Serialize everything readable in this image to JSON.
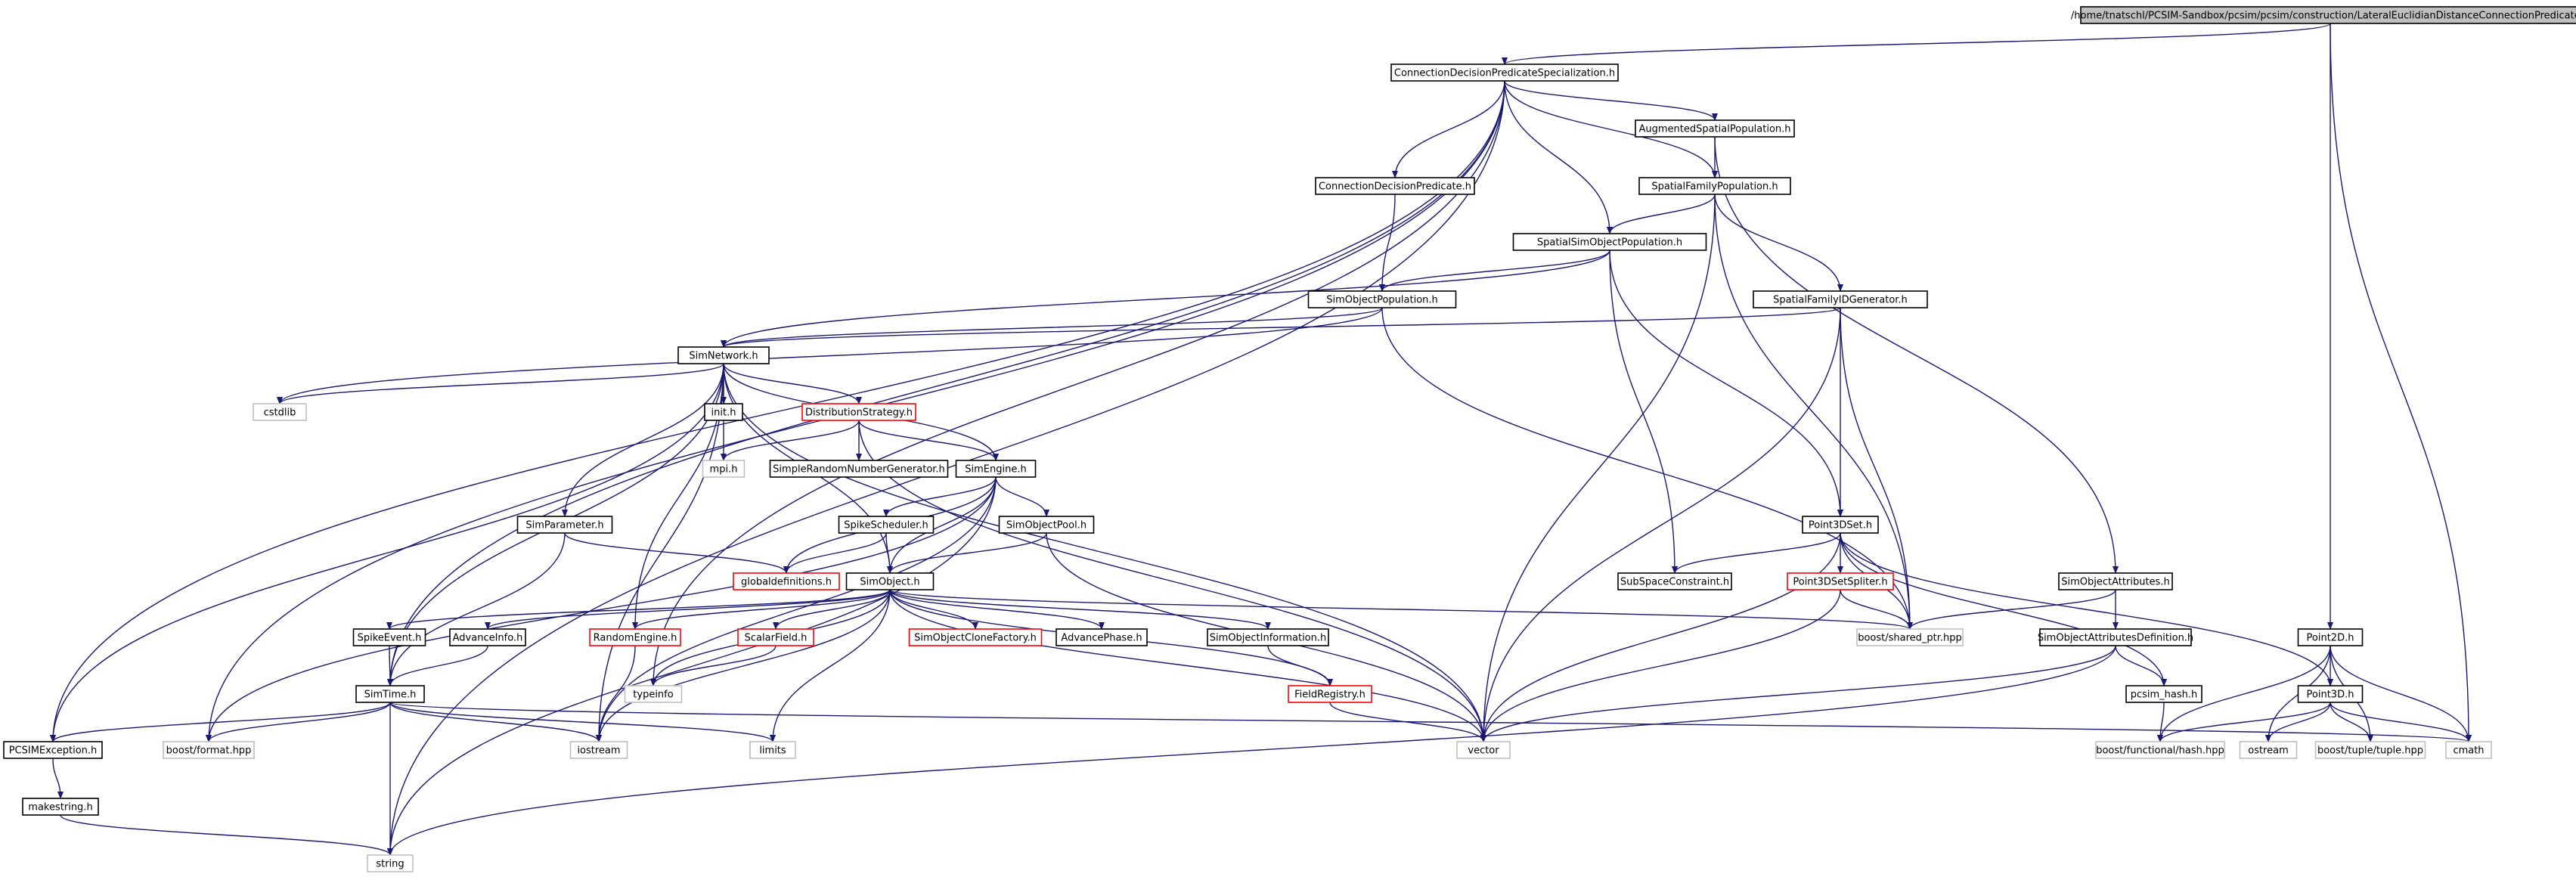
{
  "colors": {
    "edge": "#191970",
    "node_border": "#000000",
    "missing_border": "#ff0000",
    "external_border": "#bfbfbf",
    "root_fill": "#bfbfbf",
    "text": "#000000"
  },
  "nodes": {
    "root": {
      "label": "/home/tnatschl/PCSIM-Sandbox/pcsim/pcsim/construction/LateralEuclidianDistanceConnectionPredicate.h",
      "kind": "root"
    },
    "cdps": {
      "label": "ConnectionDecisionPredicateSpecialization.h",
      "kind": "normal"
    },
    "asp": {
      "label": "AugmentedSpatialPopulation.h",
      "kind": "normal"
    },
    "sfp": {
      "label": "SpatialFamilyPopulation.h",
      "kind": "normal"
    },
    "cdp": {
      "label": "ConnectionDecisionPredicate.h",
      "kind": "normal"
    },
    "ssop": {
      "label": "SpatialSimObjectPopulation.h",
      "kind": "normal"
    },
    "sop": {
      "label": "SimObjectPopulation.h",
      "kind": "normal"
    },
    "sfig": {
      "label": "SpatialFamilyIDGenerator.h",
      "kind": "normal"
    },
    "simnet": {
      "label": "SimNetwork.h",
      "kind": "normal"
    },
    "cstdlib": {
      "label": "cstdlib",
      "kind": "external"
    },
    "inith": {
      "label": "init.h",
      "kind": "normal"
    },
    "diststrat": {
      "label": "DistributionStrategy.h",
      "kind": "missing"
    },
    "mpih": {
      "label": "mpi.h",
      "kind": "external"
    },
    "srng": {
      "label": "SimpleRandomNumberGenerator.h",
      "kind": "normal"
    },
    "simengine": {
      "label": "SimEngine.h",
      "kind": "normal"
    },
    "simparam": {
      "label": "SimParameter.h",
      "kind": "normal"
    },
    "spikesched": {
      "label": "SpikeScheduler.h",
      "kind": "normal"
    },
    "sopool": {
      "label": "SimObjectPool.h",
      "kind": "normal"
    },
    "globaldef": {
      "label": "globaldefinitions.h",
      "kind": "missing"
    },
    "simobject": {
      "label": "SimObject.h",
      "kind": "normal"
    },
    "p3dset": {
      "label": "Point3DSet.h",
      "kind": "normal"
    },
    "subspace": {
      "label": "SubSpaceConstraint.h",
      "kind": "normal"
    },
    "p3dsplit": {
      "label": "Point3DSetSpliter.h",
      "kind": "missing"
    },
    "soattr": {
      "label": "SimObjectAttributes.h",
      "kind": "normal"
    },
    "spikeevent": {
      "label": "SpikeEvent.h",
      "kind": "normal"
    },
    "advinfo": {
      "label": "AdvanceInfo.h",
      "kind": "normal"
    },
    "randeng": {
      "label": "RandomEngine.h",
      "kind": "missing"
    },
    "scalarf": {
      "label": "ScalarField.h",
      "kind": "missing"
    },
    "socf": {
      "label": "SimObjectCloneFactory.h",
      "kind": "missing"
    },
    "advphase": {
      "label": "AdvancePhase.h",
      "kind": "normal"
    },
    "soinfo": {
      "label": "SimObjectInformation.h",
      "kind": "normal"
    },
    "sharedptr": {
      "label": "boost/shared_ptr.hpp",
      "kind": "external"
    },
    "soattrdef": {
      "label": "SimObjectAttributesDefinition.h",
      "kind": "normal"
    },
    "point2d": {
      "label": "Point2D.h",
      "kind": "normal"
    },
    "typeinfo": {
      "label": "typeinfo",
      "kind": "external"
    },
    "simtime": {
      "label": "SimTime.h",
      "kind": "normal"
    },
    "fieldreg": {
      "label": "FieldRegistry.h",
      "kind": "missing"
    },
    "pcsimhash": {
      "label": "pcsim_hash.h",
      "kind": "normal"
    },
    "point3d": {
      "label": "Point3D.h",
      "kind": "normal"
    },
    "pcsimexc": {
      "label": "PCSIMException.h",
      "kind": "normal"
    },
    "bformat": {
      "label": "boost/format.hpp",
      "kind": "external"
    },
    "iostream": {
      "label": "iostream",
      "kind": "external"
    },
    "limits": {
      "label": "limits",
      "kind": "external"
    },
    "vector": {
      "label": "vector",
      "kind": "external"
    },
    "bhash": {
      "label": "boost/functional/hash.hpp",
      "kind": "external"
    },
    "ostream": {
      "label": "ostream",
      "kind": "external"
    },
    "btuple": {
      "label": "boost/tuple/tuple.hpp",
      "kind": "external"
    },
    "cmath": {
      "label": "cmath",
      "kind": "external"
    },
    "makestring": {
      "label": "makestring.h",
      "kind": "normal"
    },
    "string": {
      "label": "string",
      "kind": "external"
    }
  },
  "edges": [
    [
      "root",
      "cdps"
    ],
    [
      "root",
      "point2d"
    ],
    [
      "root",
      "cmath"
    ],
    [
      "cdps",
      "asp"
    ],
    [
      "cdps",
      "sfp"
    ],
    [
      "cdps",
      "cdp"
    ],
    [
      "cdps",
      "ssop"
    ],
    [
      "cdps",
      "typeinfo"
    ],
    [
      "cdps",
      "bformat"
    ],
    [
      "cdps",
      "pcsimexc"
    ],
    [
      "cdps",
      "string"
    ],
    [
      "cdps",
      "simtime"
    ],
    [
      "asp",
      "sfp"
    ],
    [
      "asp",
      "soattr"
    ],
    [
      "sfp",
      "ssop"
    ],
    [
      "sfp",
      "sfig"
    ],
    [
      "sfp",
      "sharedptr"
    ],
    [
      "sfp",
      "vector"
    ],
    [
      "cdp",
      "sop"
    ],
    [
      "ssop",
      "sop"
    ],
    [
      "ssop",
      "subspace"
    ],
    [
      "ssop",
      "p3dset"
    ],
    [
      "ssop",
      "simnet"
    ],
    [
      "sop",
      "simnet"
    ],
    [
      "sop",
      "cstdlib"
    ],
    [
      "sop",
      "sharedptr"
    ],
    [
      "sfig",
      "simnet"
    ],
    [
      "sfig",
      "p3dset"
    ],
    [
      "sfig",
      "sharedptr"
    ],
    [
      "sfig",
      "vector"
    ],
    [
      "simnet",
      "cstdlib"
    ],
    [
      "simnet",
      "inith"
    ],
    [
      "simnet",
      "diststrat"
    ],
    [
      "simnet",
      "mpih"
    ],
    [
      "simnet",
      "simengine"
    ],
    [
      "simnet",
      "simparam"
    ],
    [
      "simnet",
      "simobject"
    ],
    [
      "simnet",
      "randeng"
    ],
    [
      "simnet",
      "pcsimexc"
    ],
    [
      "simnet",
      "iostream"
    ],
    [
      "simnet",
      "vector"
    ],
    [
      "simnet",
      "simtime"
    ],
    [
      "diststrat",
      "mpih"
    ],
    [
      "diststrat",
      "srng"
    ],
    [
      "diststrat",
      "simengine"
    ],
    [
      "diststrat",
      "vector"
    ],
    [
      "simengine",
      "spikesched"
    ],
    [
      "simengine",
      "sopool"
    ],
    [
      "simengine",
      "globaldef"
    ],
    [
      "simengine",
      "simobject"
    ],
    [
      "simengine",
      "iostream"
    ],
    [
      "simengine",
      "string"
    ],
    [
      "simengine",
      "bformat"
    ],
    [
      "simparam",
      "globaldef"
    ],
    [
      "simparam",
      "simtime"
    ],
    [
      "spikesched",
      "simobject"
    ],
    [
      "spikesched",
      "globaldef"
    ],
    [
      "sopool",
      "simobject"
    ],
    [
      "sopool",
      "vector"
    ],
    [
      "simobject",
      "spikeevent"
    ],
    [
      "simobject",
      "advinfo"
    ],
    [
      "simobject",
      "randeng"
    ],
    [
      "simobject",
      "scalarf"
    ],
    [
      "simobject",
      "socf"
    ],
    [
      "simobject",
      "advphase"
    ],
    [
      "simobject",
      "soinfo"
    ],
    [
      "simobject",
      "fieldreg"
    ],
    [
      "simobject",
      "sharedptr"
    ],
    [
      "simobject",
      "iostream"
    ],
    [
      "simobject",
      "limits"
    ],
    [
      "simobject",
      "vector"
    ],
    [
      "simobject",
      "typeinfo"
    ],
    [
      "p3dset",
      "subspace"
    ],
    [
      "p3dset",
      "p3dsplit"
    ],
    [
      "p3dset",
      "sharedptr"
    ],
    [
      "p3dset",
      "vector"
    ],
    [
      "p3dset",
      "pcsimhash"
    ],
    [
      "p3dset",
      "point3d"
    ],
    [
      "p3dsplit",
      "sharedptr"
    ],
    [
      "p3dsplit",
      "vector"
    ],
    [
      "soattr",
      "sharedptr"
    ],
    [
      "soattr",
      "soattrdef"
    ],
    [
      "soattrdef",
      "pcsimhash"
    ],
    [
      "soattrdef",
      "vector"
    ],
    [
      "soattrdef",
      "string"
    ],
    [
      "spikeevent",
      "simtime"
    ],
    [
      "advinfo",
      "simtime"
    ],
    [
      "randeng",
      "iostream"
    ],
    [
      "scalarf",
      "typeinfo"
    ],
    [
      "soinfo",
      "fieldreg"
    ],
    [
      "fieldreg",
      "vector"
    ],
    [
      "simtime",
      "pcsimexc"
    ],
    [
      "simtime",
      "bformat"
    ],
    [
      "simtime",
      "iostream"
    ],
    [
      "simtime",
      "limits"
    ],
    [
      "simtime",
      "string"
    ],
    [
      "simtime",
      "cmath"
    ],
    [
      "pcsimexc",
      "makestring"
    ],
    [
      "makestring",
      "string"
    ],
    [
      "pcsimhash",
      "bhash"
    ],
    [
      "point2d",
      "point3d"
    ],
    [
      "point2d",
      "bhash"
    ],
    [
      "point2d",
      "ostream"
    ],
    [
      "point2d",
      "btuple"
    ],
    [
      "point2d",
      "cmath"
    ],
    [
      "point3d",
      "bhash"
    ],
    [
      "point3d",
      "ostream"
    ],
    [
      "point3d",
      "btuple"
    ],
    [
      "point3d",
      "cmath"
    ]
  ]
}
